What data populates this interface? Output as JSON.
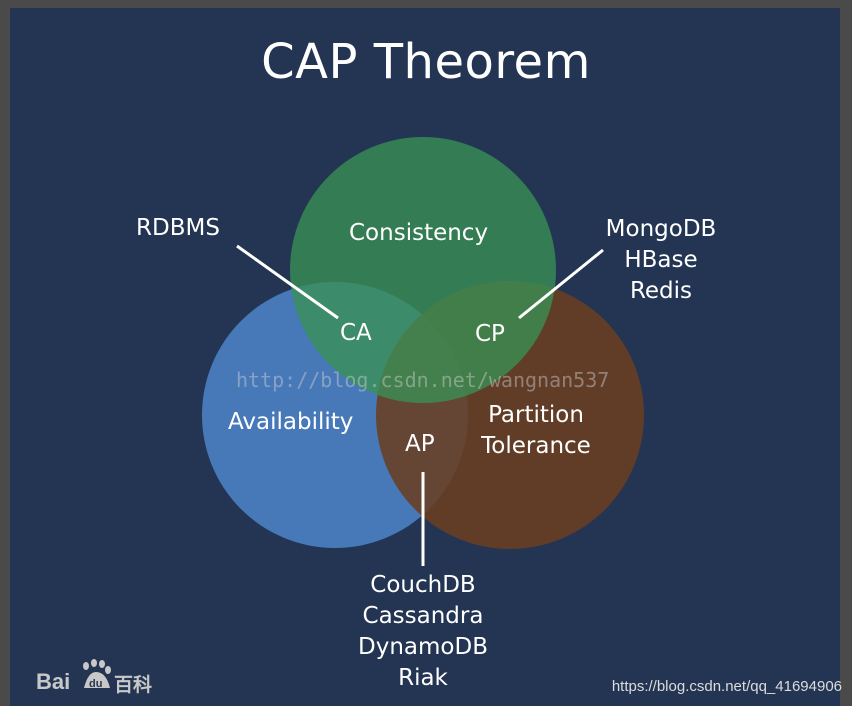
{
  "title": "CAP Theorem",
  "sets": {
    "consistency": "Consistency",
    "availability": "Availability",
    "partition": [
      "Partition",
      "Tolerance"
    ]
  },
  "intersections": {
    "ca": "CA",
    "cp": "CP",
    "ap": "AP"
  },
  "systems": {
    "ca": [
      "RDBMS"
    ],
    "cp": [
      "MongoDB",
      "HBase",
      "Redis"
    ],
    "ap": [
      "CouchDB",
      "Cassandra",
      "DynamoDB",
      "Riak"
    ]
  },
  "watermark": "http://blog.csdn.net/wangnan537",
  "source_url": "https://blog.csdn.net/qq_41694906",
  "logo_text": "百科",
  "colors": {
    "background": "#233553",
    "consistency": "#3a8f54",
    "availability": "#4a7fc1",
    "partition": "#6a3f22",
    "text": "#ffffff"
  }
}
